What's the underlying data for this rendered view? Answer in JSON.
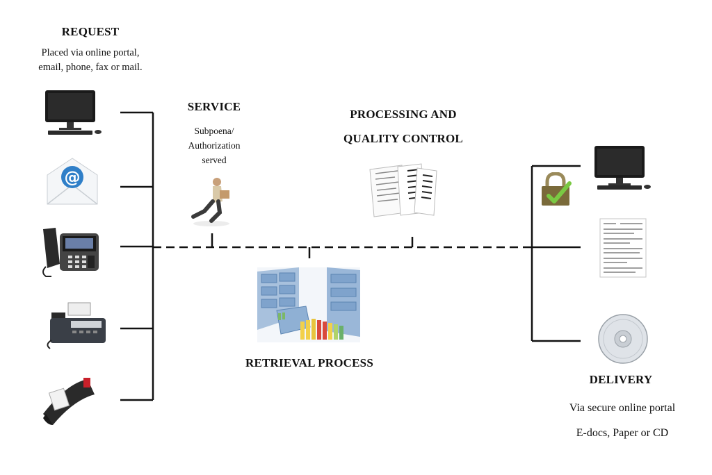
{
  "request": {
    "title": "REQUEST",
    "line1": "Placed via  online portal,",
    "line2": "email, phone, fax or mail.",
    "icons": [
      "computer-icon",
      "email-icon",
      "phone-icon",
      "fax-icon",
      "mailbox-icon"
    ]
  },
  "service": {
    "title": "SERVICE",
    "line1": "Subpoena/",
    "line2": "Authorization",
    "line3": "served",
    "icon": "courier-runner-icon"
  },
  "processing": {
    "title_line1": "PROCESSING AND",
    "title_line2": "QUALITY CONTROL",
    "icon": "documents-icon"
  },
  "retrieval": {
    "title": "RETRIEVAL PROCESS",
    "icon": "file-cabinets-icon"
  },
  "delivery": {
    "title": "DELIVERY",
    "line1": "Via secure online portal",
    "line2": "E-docs, Paper or CD",
    "icons": [
      "secure-lock-icon",
      "computer-icon",
      "paper-document-icon",
      "cd-icon"
    ]
  },
  "colors": {
    "line": "#111111",
    "lock_check": "#7ac943",
    "envelope_blue": "#2f7fc8"
  }
}
